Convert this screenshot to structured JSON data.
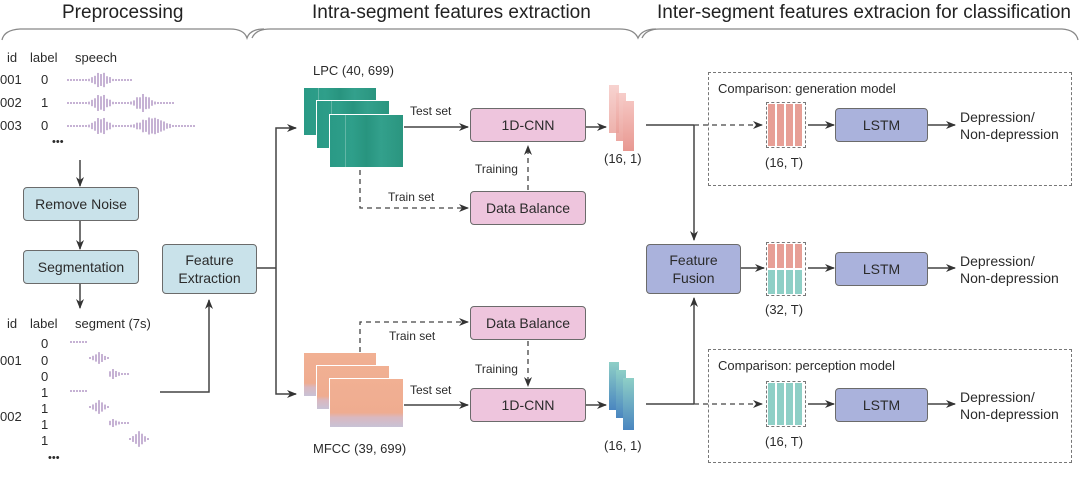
{
  "sections": {
    "preprocessing": "Preprocessing",
    "intra": "Intra-segment features extraction",
    "inter": "Inter-segment features extracion for classification"
  },
  "speech_table": {
    "headers": [
      "id",
      "label",
      "speech"
    ],
    "rows": [
      {
        "id": "001",
        "label": "0"
      },
      {
        "id": "002",
        "label": "1"
      },
      {
        "id": "003",
        "label": "0"
      }
    ],
    "ellipsis": "•••"
  },
  "segment_table": {
    "headers": [
      "id",
      "label",
      "segment (7s)"
    ],
    "groups": [
      {
        "id": "001",
        "labels": [
          "0",
          "0",
          "0"
        ]
      },
      {
        "id": "002",
        "labels": [
          "1",
          "1",
          "1",
          "1"
        ]
      }
    ],
    "ellipsis": "•••"
  },
  "boxes": {
    "remove_noise": "Remove Noise",
    "segmentation": "Segmentation",
    "feature_extraction_1": "Feature",
    "feature_extraction_2": "Extraction",
    "cnn_top": "1D-CNN",
    "cnn_bottom": "1D-CNN",
    "balance_top": "Data Balance",
    "balance_bottom": "Data Balance",
    "fusion_1": "Feature",
    "fusion_2": "Fusion",
    "lstm_top": "LSTM",
    "lstm_mid": "LSTM",
    "lstm_bottom": "LSTM"
  },
  "labels": {
    "lpc": "LPC (40, 699)",
    "mfcc": "MFCC (39, 699)",
    "test_set_top": "Test set",
    "train_set_top": "Train set",
    "training_top": "Training",
    "test_set_bottom": "Test set",
    "train_set_bottom": "Train set",
    "training_bottom": "Training",
    "dim_top": "(16, 1)",
    "dim_bottom": "(16, 1)",
    "dim_gen": "(16, T)",
    "dim_fusion": "(32, T)",
    "dim_perc": "(16, T)",
    "comparison_gen": "Comparison: generation model",
    "comparison_perc": "Comparison: perception model",
    "out_top_1": "Depression/",
    "out_top_2": "Non-depression",
    "out_mid_1": "Depression/",
    "out_mid_2": "Non-depression",
    "out_bot_1": "Depression/",
    "out_bot_2": "Non-depression"
  },
  "colors": {
    "preprocess_box": "#c9e2ea",
    "cnn_box": "#eec5dd",
    "lstm_box": "#aab2dc",
    "waveform": "#a07fb6",
    "lpc": "#2a9a86",
    "mfcc": "#f1b093"
  }
}
